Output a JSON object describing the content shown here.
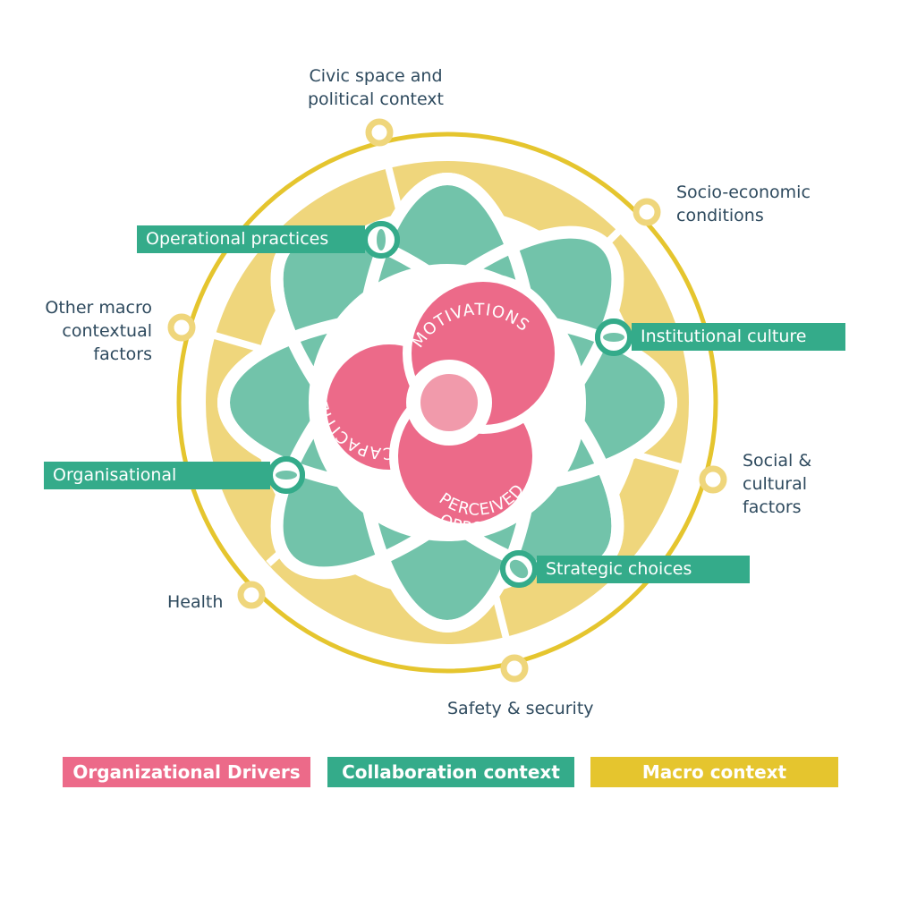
{
  "colors": {
    "pink": "#ec6a89",
    "light_pink": "#f19aab",
    "teal": "#34ab8a",
    "petal": "#72c3aa",
    "yellow": "#e5c52e",
    "light_yellow": "#efd67c",
    "text": "#2e4a5e"
  },
  "core": {
    "capacities": "CAPACITIES",
    "motivations": "MOTIVATIONS",
    "perceived": "PERCEIVED",
    "opportunities": "OPPORTUNITIES"
  },
  "collaboration": [
    "Operational practices",
    "Institutional culture",
    "Organisational structures",
    "Strategic choices"
  ],
  "macro": {
    "civic_1": "Civic space and",
    "civic_2": "political context",
    "socio_1": "Socio-economic",
    "socio_2": "conditions",
    "other_1": "Other macro",
    "other_2": "contextual",
    "other_3": "factors",
    "social_1": "Social &",
    "social_2": "cultural",
    "social_3": "factors",
    "health": "Health",
    "safety": "Safety & security"
  },
  "legend": [
    "Organizational Drivers",
    "Collaboration context",
    "Macro context"
  ]
}
